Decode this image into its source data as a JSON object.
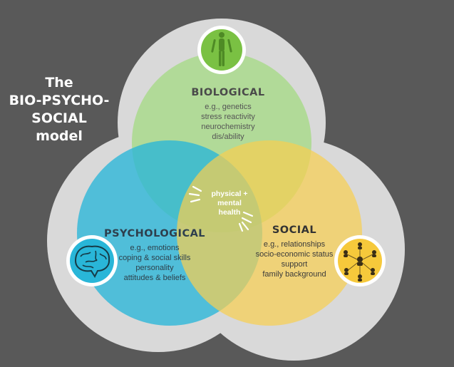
{
  "title": {
    "lines": [
      "The",
      "BIO-PSYCHO-",
      "SOCIAL",
      "model"
    ]
  },
  "center": {
    "lines": [
      "physical +",
      "mental",
      "health"
    ]
  },
  "biological": {
    "heading": "BIOLOGICAL",
    "items": [
      "e.g., genetics",
      "stress reactivity",
      "neurochemistry",
      "dis/ability"
    ],
    "color": "#8cc63f",
    "icon": "human-body-icon"
  },
  "psychological": {
    "heading": "PSYCHOLOGICAL",
    "items": [
      "e.g., emotions",
      "coping & social skills",
      "personality",
      "attitudes & beliefs"
    ],
    "color": "#29b6d8",
    "icon": "brain-icon"
  },
  "social": {
    "heading": "SOCIAL",
    "items": [
      "e.g., relationships",
      "socio-economic status",
      "support",
      "family background"
    ],
    "color": "#f6c93b",
    "icon": "people-network-icon"
  }
}
